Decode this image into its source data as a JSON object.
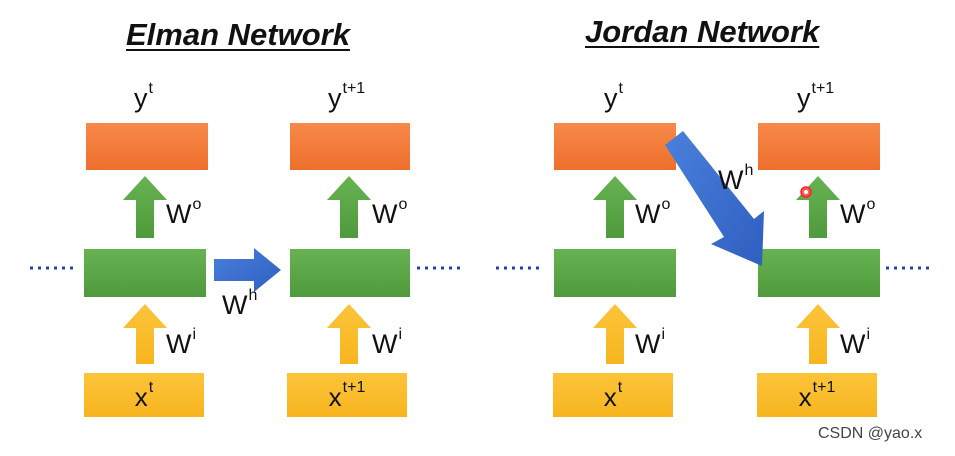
{
  "elman": {
    "title": "Elman Network",
    "y_t": {
      "base": "y",
      "sup": "t"
    },
    "y_t1": {
      "base": "y",
      "sup": "t+1"
    },
    "x_t": {
      "base": "x",
      "sup": "t"
    },
    "x_t1": {
      "base": "x",
      "sup": "t+1"
    },
    "wo": {
      "base": "W",
      "sup": "o"
    },
    "wi": {
      "base": "W",
      "sup": "i"
    },
    "wh": {
      "base": "W",
      "sup": "h"
    }
  },
  "jordan": {
    "title": "Jordan Network",
    "y_t": {
      "base": "y",
      "sup": "t"
    },
    "y_t1": {
      "base": "y",
      "sup": "t+1"
    },
    "x_t": {
      "base": "x",
      "sup": "t"
    },
    "x_t1": {
      "base": "x",
      "sup": "t+1"
    },
    "wo": {
      "base": "W",
      "sup": "o"
    },
    "wi": {
      "base": "W",
      "sup": "i"
    },
    "wh": {
      "base": "W",
      "sup": "h"
    }
  },
  "watermark": "CSDN @yao.x",
  "colors": {
    "output": "#f37b3a",
    "hidden": "#5aa646",
    "input": "#fbbf2d",
    "recurrent_arrow": "#3a6fd0",
    "dots": "#1f3fbf"
  }
}
